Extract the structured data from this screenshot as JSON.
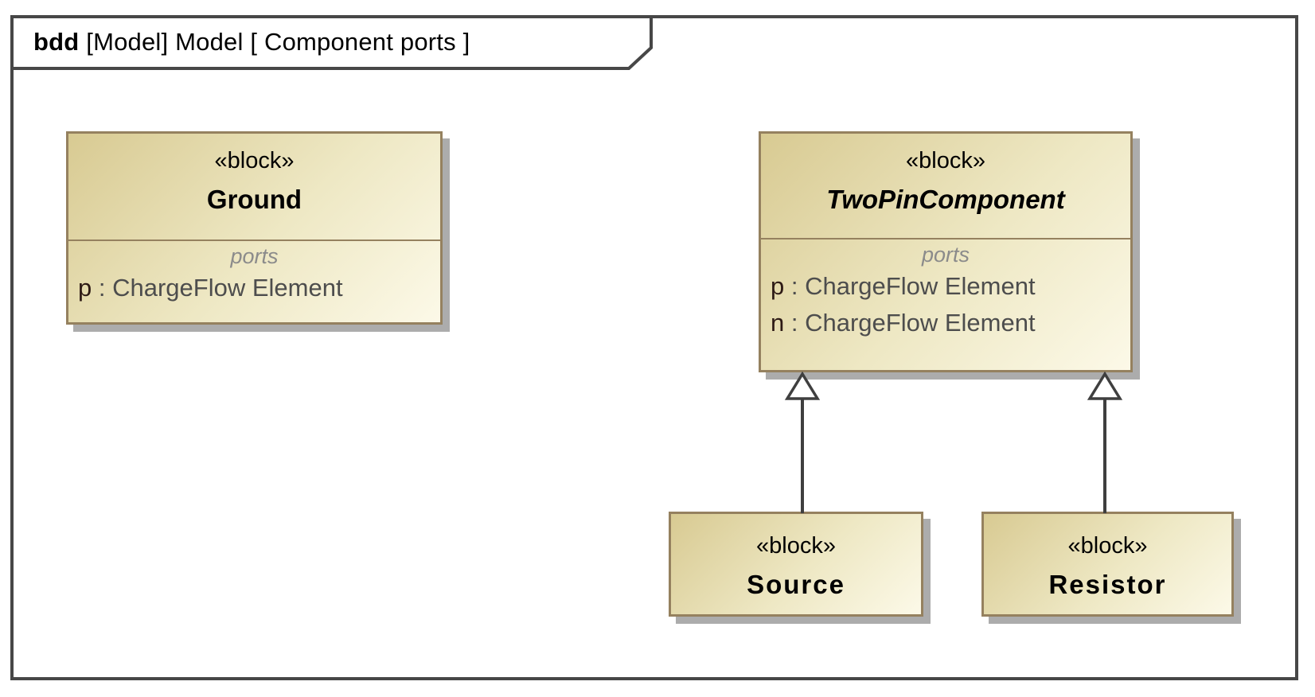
{
  "frame": {
    "kind": "bdd",
    "title": "[Model] Model [ Component ports ]"
  },
  "blocks": {
    "ground": {
      "stereotype": "«block»",
      "name": "Ground",
      "ports_label": "ports",
      "ports": [
        {
          "name": "p",
          "sep": " : ",
          "type": "ChargeFlow Element"
        }
      ]
    },
    "twopin": {
      "stereotype": "«block»",
      "name": "TwoPinComponent",
      "abstract": true,
      "ports_label": "ports",
      "ports": [
        {
          "name": "p",
          "sep": " : ",
          "type": "ChargeFlow Element"
        },
        {
          "name": "n",
          "sep": " : ",
          "type": "ChargeFlow Element"
        }
      ]
    },
    "source": {
      "stereotype": "«block»",
      "name": "Source"
    },
    "resistor": {
      "stereotype": "«block»",
      "name": "Resistor"
    }
  },
  "relationships": [
    {
      "type": "generalization",
      "from": "Source",
      "to": "TwoPinComponent"
    },
    {
      "type": "generalization",
      "from": "Resistor",
      "to": "TwoPinComponent"
    }
  ],
  "colors": {
    "frame_border": "#474747",
    "block_border": "#95815f",
    "block_fill_start": "#d8ca92",
    "block_fill_end": "#fcf9e8",
    "block_shadow": "#acacac",
    "ports_label_text": "#8b8b8b",
    "port_text": "#4d4d4d",
    "port_name_text": "#2d1a15",
    "edge_stroke": "#3f3f3f"
  }
}
